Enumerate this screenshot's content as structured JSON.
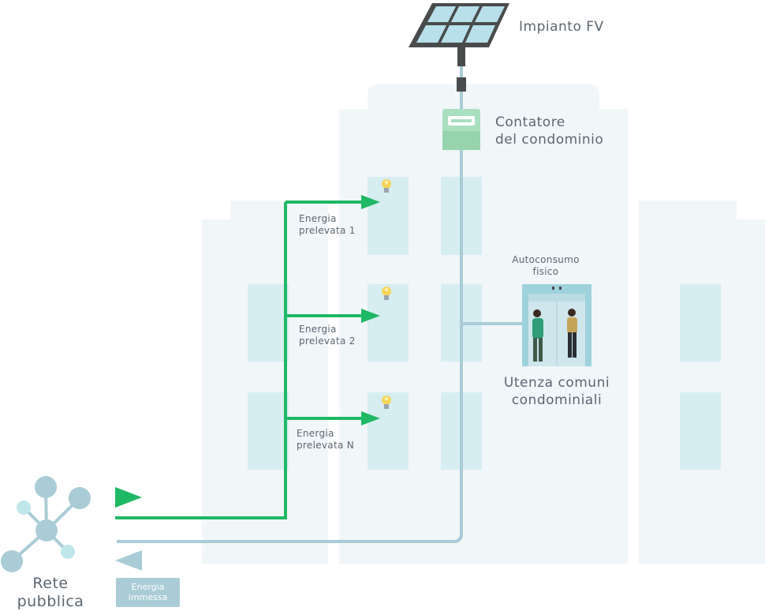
{
  "labels": {
    "pv_plant": "Impianto FV",
    "meter_line1": "Contatore",
    "meter_line2": "del condominio",
    "self_consumption_line1": "Autoconsumo",
    "self_consumption_line2": "fisico",
    "common_utilities_line1": "Utenza comuni",
    "common_utilities_line2": "condominiali",
    "grid_line1": "Rete",
    "grid_line2": "pubblica",
    "drawn": [
      {
        "line1": "Energia",
        "line2": "prelevata 1"
      },
      {
        "line1": "Energia",
        "line2": "prelevata 2"
      },
      {
        "line1": "Energia",
        "line2": "prelevata N"
      }
    ],
    "injected_line1": "Energia",
    "injected_line2": "immessa"
  },
  "colors": {
    "building": "#f1f6f9",
    "window": "#d6eef2",
    "green_flow": "#1fb864",
    "blue_flow": "#a9ccd6",
    "meter": "#a8dfbf",
    "text": "#5b6670"
  },
  "icons": [
    "solar-panel-icon",
    "meter-icon",
    "light-bulb-icon",
    "elevator-icon",
    "network-icon",
    "arrow-right-icon",
    "arrow-left-icon"
  ]
}
